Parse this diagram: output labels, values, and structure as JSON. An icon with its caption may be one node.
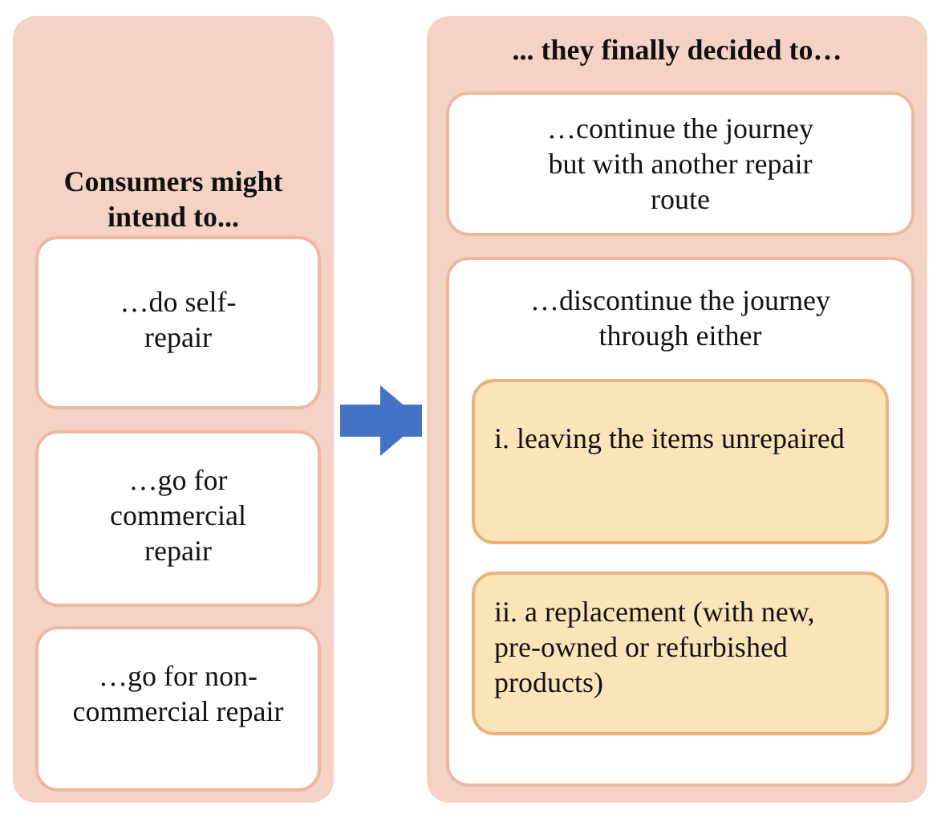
{
  "diagram": {
    "nodes": [
      {
        "text": [
          "Consumers might intend to..."
        ]
      },
      {
        "text": [
          "…do self-repair"
        ],
        "in": 0
      },
      {
        "text": [
          "…go for commercial repair"
        ],
        "in": 0
      },
      {
        "text": [
          "…go for non-commercial repair"
        ],
        "in": 0
      },
      {
        "text": [
          "... they finally decided to…"
        ]
      },
      {
        "text": [
          "…continue the journey but with another repair route"
        ],
        "in": 4
      },
      {
        "text": [
          "…discontinue the journey through either"
        ],
        "in": 4
      },
      {
        "text": [
          "i. leaving the items unrepaired"
        ],
        "in": 6
      },
      {
        "text": [
          "ii. a replacement (with new, pre-owned or refurbished products)"
        ],
        "in": 6
      }
    ],
    "edges": [
      {
        "from": 0,
        "to": 4,
        "arrow": "to"
      }
    ]
  }
}
